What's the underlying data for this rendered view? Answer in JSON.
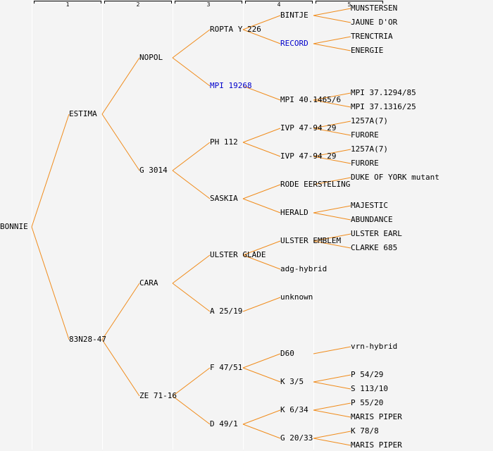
{
  "generations": [
    "1",
    "2",
    "3",
    "4",
    "5"
  ],
  "colors": {
    "line": "#f08c1c",
    "text": "#000000",
    "highlight": "#0000cc",
    "background": "#f4f4f4",
    "separator": "#ffffff"
  },
  "tree": {
    "name": "BONNIE",
    "children": [
      {
        "name": "ESTIMA",
        "children": [
          {
            "name": "NOPOL",
            "children": [
              {
                "name": "ROPTA Y 226",
                "children": [
                  {
                    "name": "BINTJE",
                    "children": [
                      {
                        "name": "MUNSTERSEN"
                      },
                      {
                        "name": "JAUNE D'OR"
                      }
                    ]
                  },
                  {
                    "name": "RECORD",
                    "highlight": true,
                    "children": [
                      {
                        "name": "TRENCTRIA"
                      },
                      {
                        "name": "ENERGIE"
                      }
                    ]
                  }
                ]
              },
              {
                "name": "MPI 19268",
                "highlight": true,
                "children": [
                  null,
                  {
                    "name": "MPI 40.1465/6",
                    "children": [
                      {
                        "name": "MPI 37.1294/85"
                      },
                      {
                        "name": "MPI 37.1316/25"
                      }
                    ]
                  }
                ]
              }
            ]
          },
          {
            "name": "G 3014",
            "children": [
              {
                "name": "PH 112",
                "children": [
                  {
                    "name": "IVP 47-94 29",
                    "children": [
                      {
                        "name": "1257A(7)"
                      },
                      {
                        "name": "FURORE"
                      }
                    ]
                  },
                  {
                    "name": "IVP 47-94 29",
                    "children": [
                      {
                        "name": "1257A(7)"
                      },
                      {
                        "name": "FURORE"
                      }
                    ]
                  }
                ]
              },
              {
                "name": "SASKIA",
                "children": [
                  {
                    "name": "RODE EERSTELING",
                    "children": [
                      {
                        "name": "DUKE OF YORK mutant"
                      },
                      null
                    ]
                  },
                  {
                    "name": "HERALD",
                    "children": [
                      {
                        "name": "MAJESTIC"
                      },
                      {
                        "name": "ABUNDANCE"
                      }
                    ]
                  }
                ]
              }
            ]
          }
        ]
      },
      {
        "name": "83N28-47",
        "children": [
          {
            "name": "CARA",
            "children": [
              {
                "name": "ULSTER GLADE",
                "children": [
                  {
                    "name": "ULSTER EMBLEM",
                    "children": [
                      {
                        "name": "ULSTER EARL"
                      },
                      {
                        "name": "CLARKE 685"
                      }
                    ]
                  },
                  {
                    "name": "adg-hybrid"
                  }
                ]
              },
              {
                "name": "A 25/19",
                "children": [
                  {
                    "name": "unknown"
                  },
                  null
                ]
              }
            ]
          },
          {
            "name": "ZE 71-16",
            "children": [
              {
                "name": "F 47/51",
                "children": [
                  {
                    "name": "D60",
                    "children": [
                      {
                        "name": "vrn-hybrid"
                      },
                      null
                    ]
                  },
                  {
                    "name": "K 3/5",
                    "children": [
                      {
                        "name": "P 54/29"
                      },
                      {
                        "name": "S 113/10"
                      }
                    ]
                  }
                ]
              },
              {
                "name": "D 49/1",
                "children": [
                  {
                    "name": "K 6/34",
                    "children": [
                      {
                        "name": "P 55/20"
                      },
                      {
                        "name": "MARIS PIPER"
                      }
                    ]
                  },
                  {
                    "name": "G 20/33",
                    "children": [
                      {
                        "name": "K 78/8"
                      },
                      {
                        "name": "MARIS PIPER"
                      }
                    ]
                  }
                ]
              }
            ]
          }
        ]
      }
    ]
  }
}
